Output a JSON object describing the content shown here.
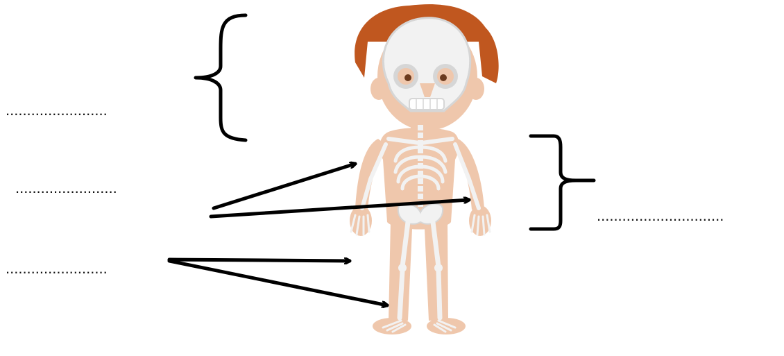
{
  "worksheet": {
    "top_text_fragment": "",
    "answer_blanks": {
      "head": "........................",
      "arm": "........................",
      "leg": "........................",
      "trunk": ".............................."
    },
    "colors": {
      "skin": "#efc7ac",
      "skin_outline": "#e8b898",
      "hair": "#c0571f",
      "bone": "#f2f2f2",
      "bone_shade": "#d6d6d6",
      "ink": "#000000"
    },
    "icons": [
      "skeleton-figure",
      "curly-brace-left",
      "square-bracket-right",
      "arrow"
    ]
  }
}
